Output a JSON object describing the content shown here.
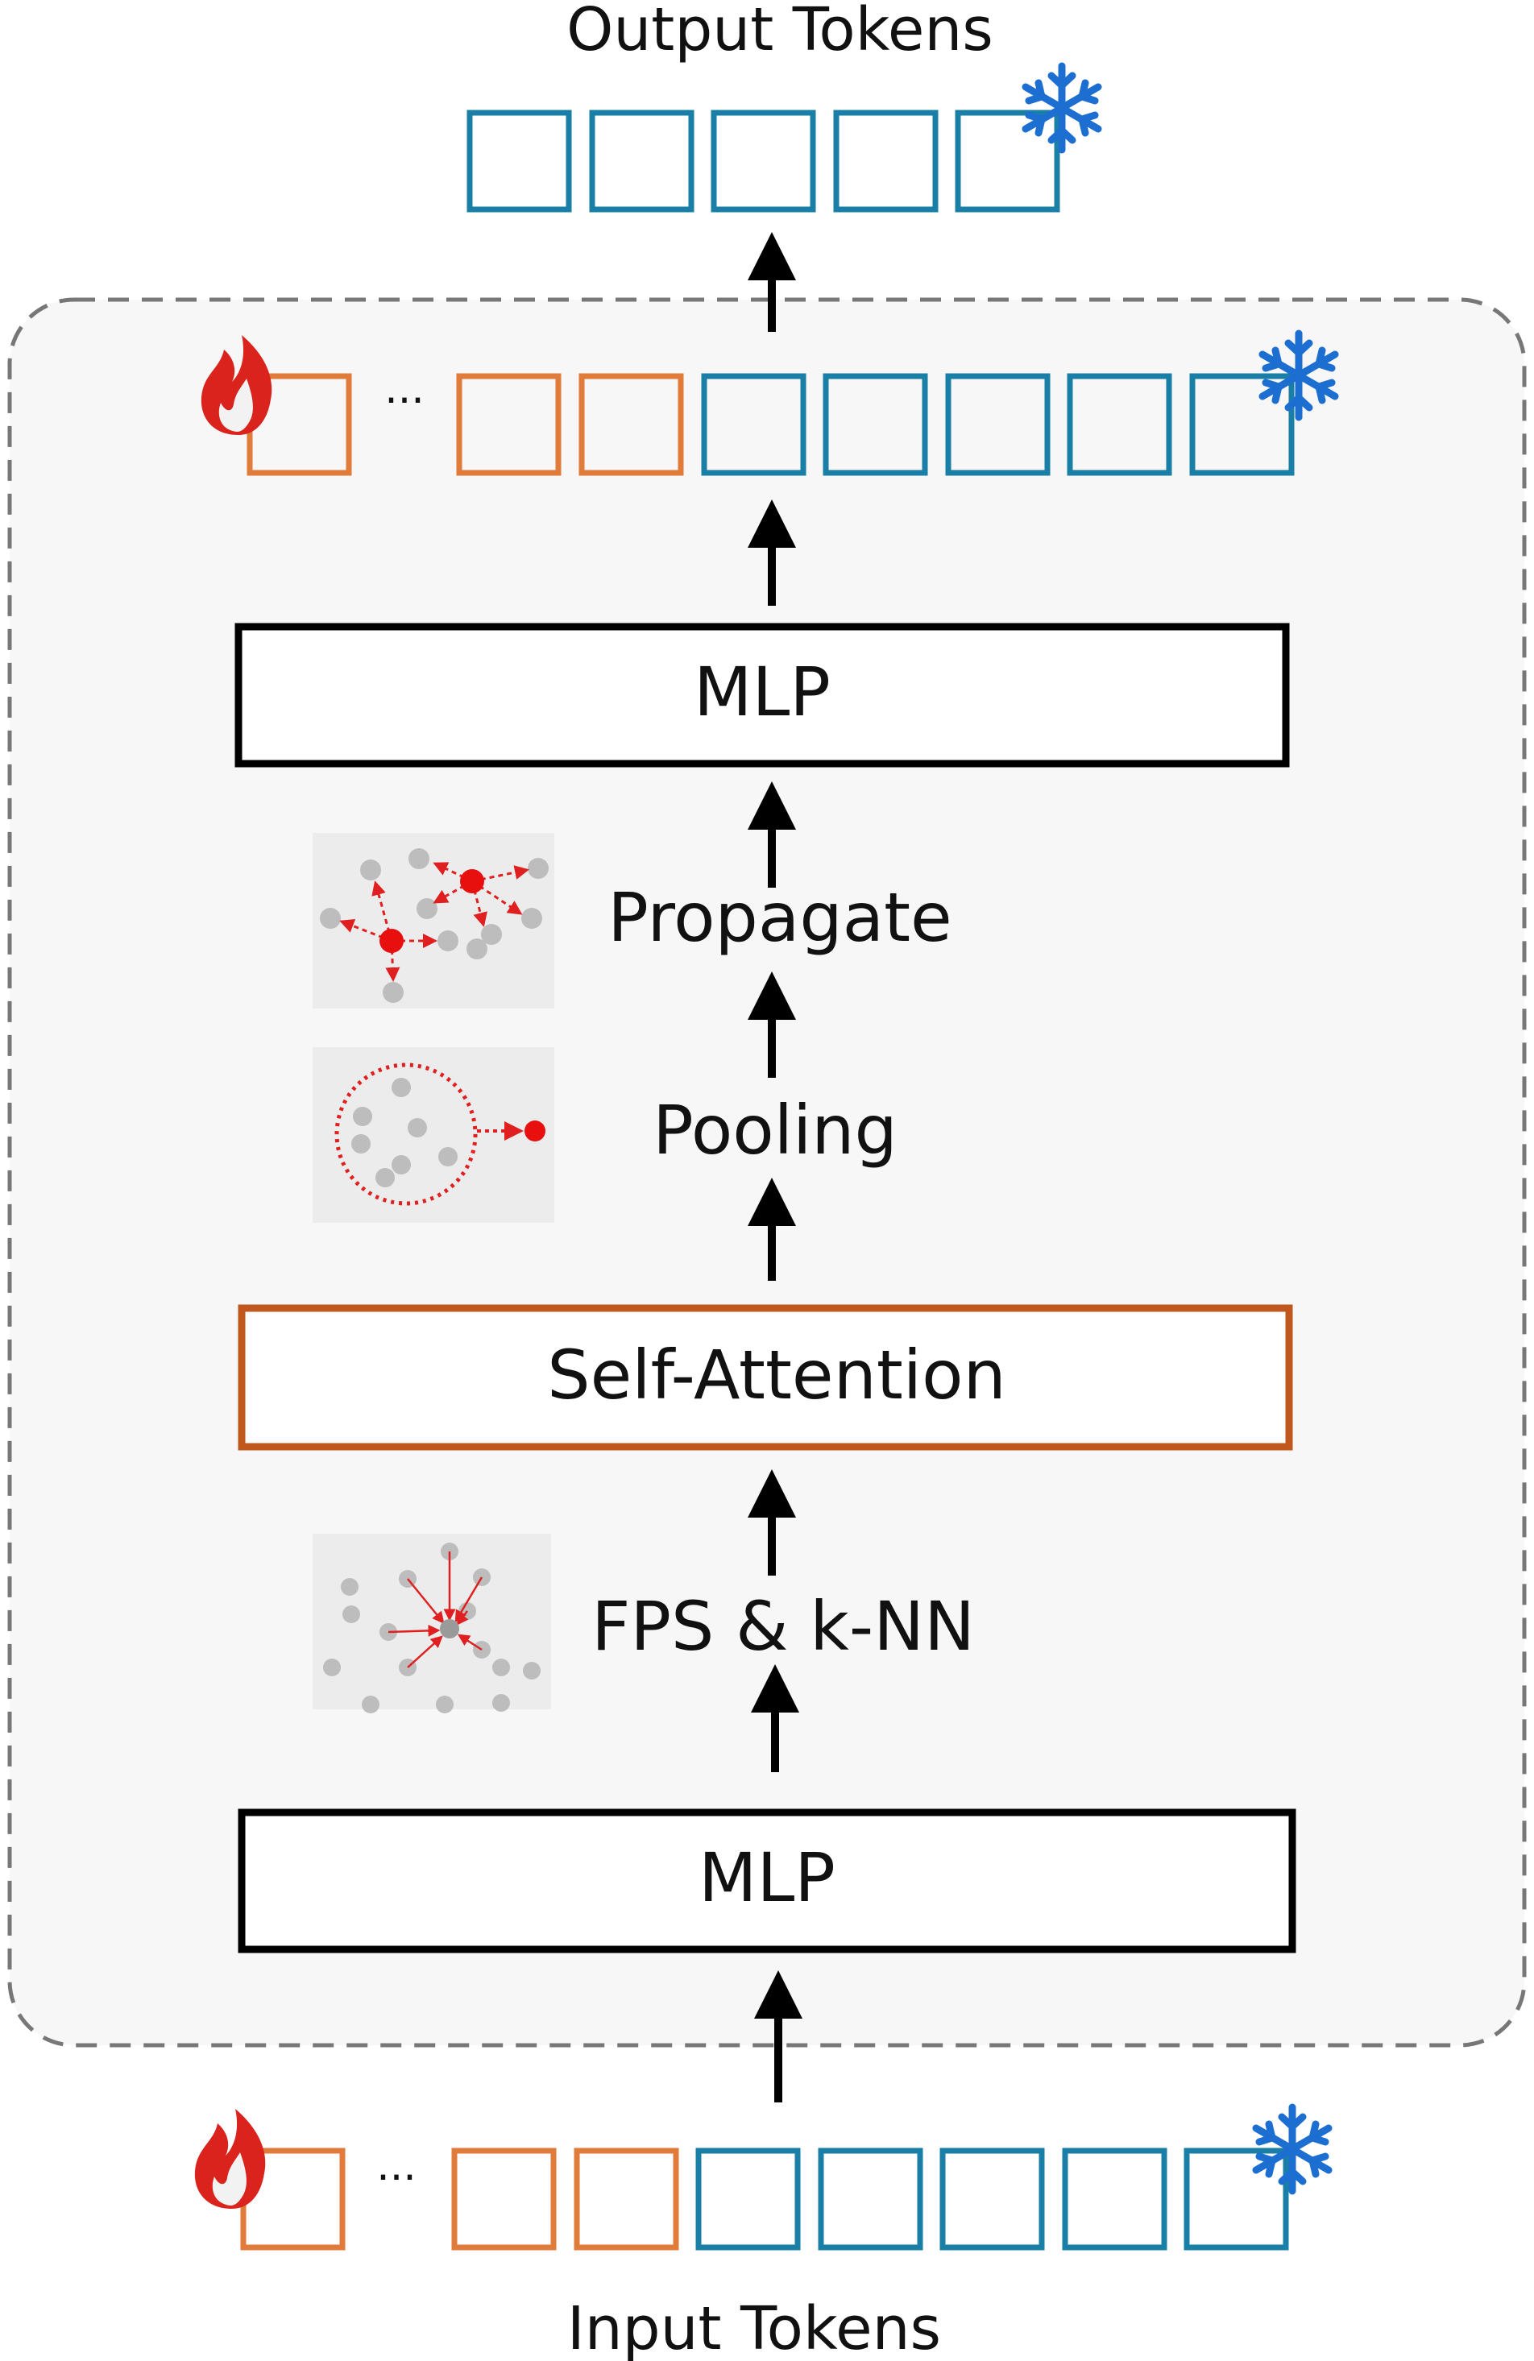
{
  "title_top": "Output Tokens",
  "title_bottom": "Input Tokens",
  "blocks": {
    "mlp_top": "MLP",
    "mlp_bottom": "MLP",
    "self_attention": "Self-Attention"
  },
  "steps": {
    "propagate": "Propagate",
    "pooling": "Pooling",
    "fps_knn": "FPS & k-NN"
  },
  "ellipsis": "...",
  "colors": {
    "frozen_token": "#1a7fa6",
    "trainable_token": "#e07b3a",
    "attention_border": "#c0571d",
    "panel_bg": "#f7f7f7",
    "panel_border": "#777777",
    "snowflake": "#1c6fd1",
    "flame": "#d9231c"
  },
  "icons": {
    "snowflake": "snowflake-icon",
    "flame": "flame-icon"
  }
}
